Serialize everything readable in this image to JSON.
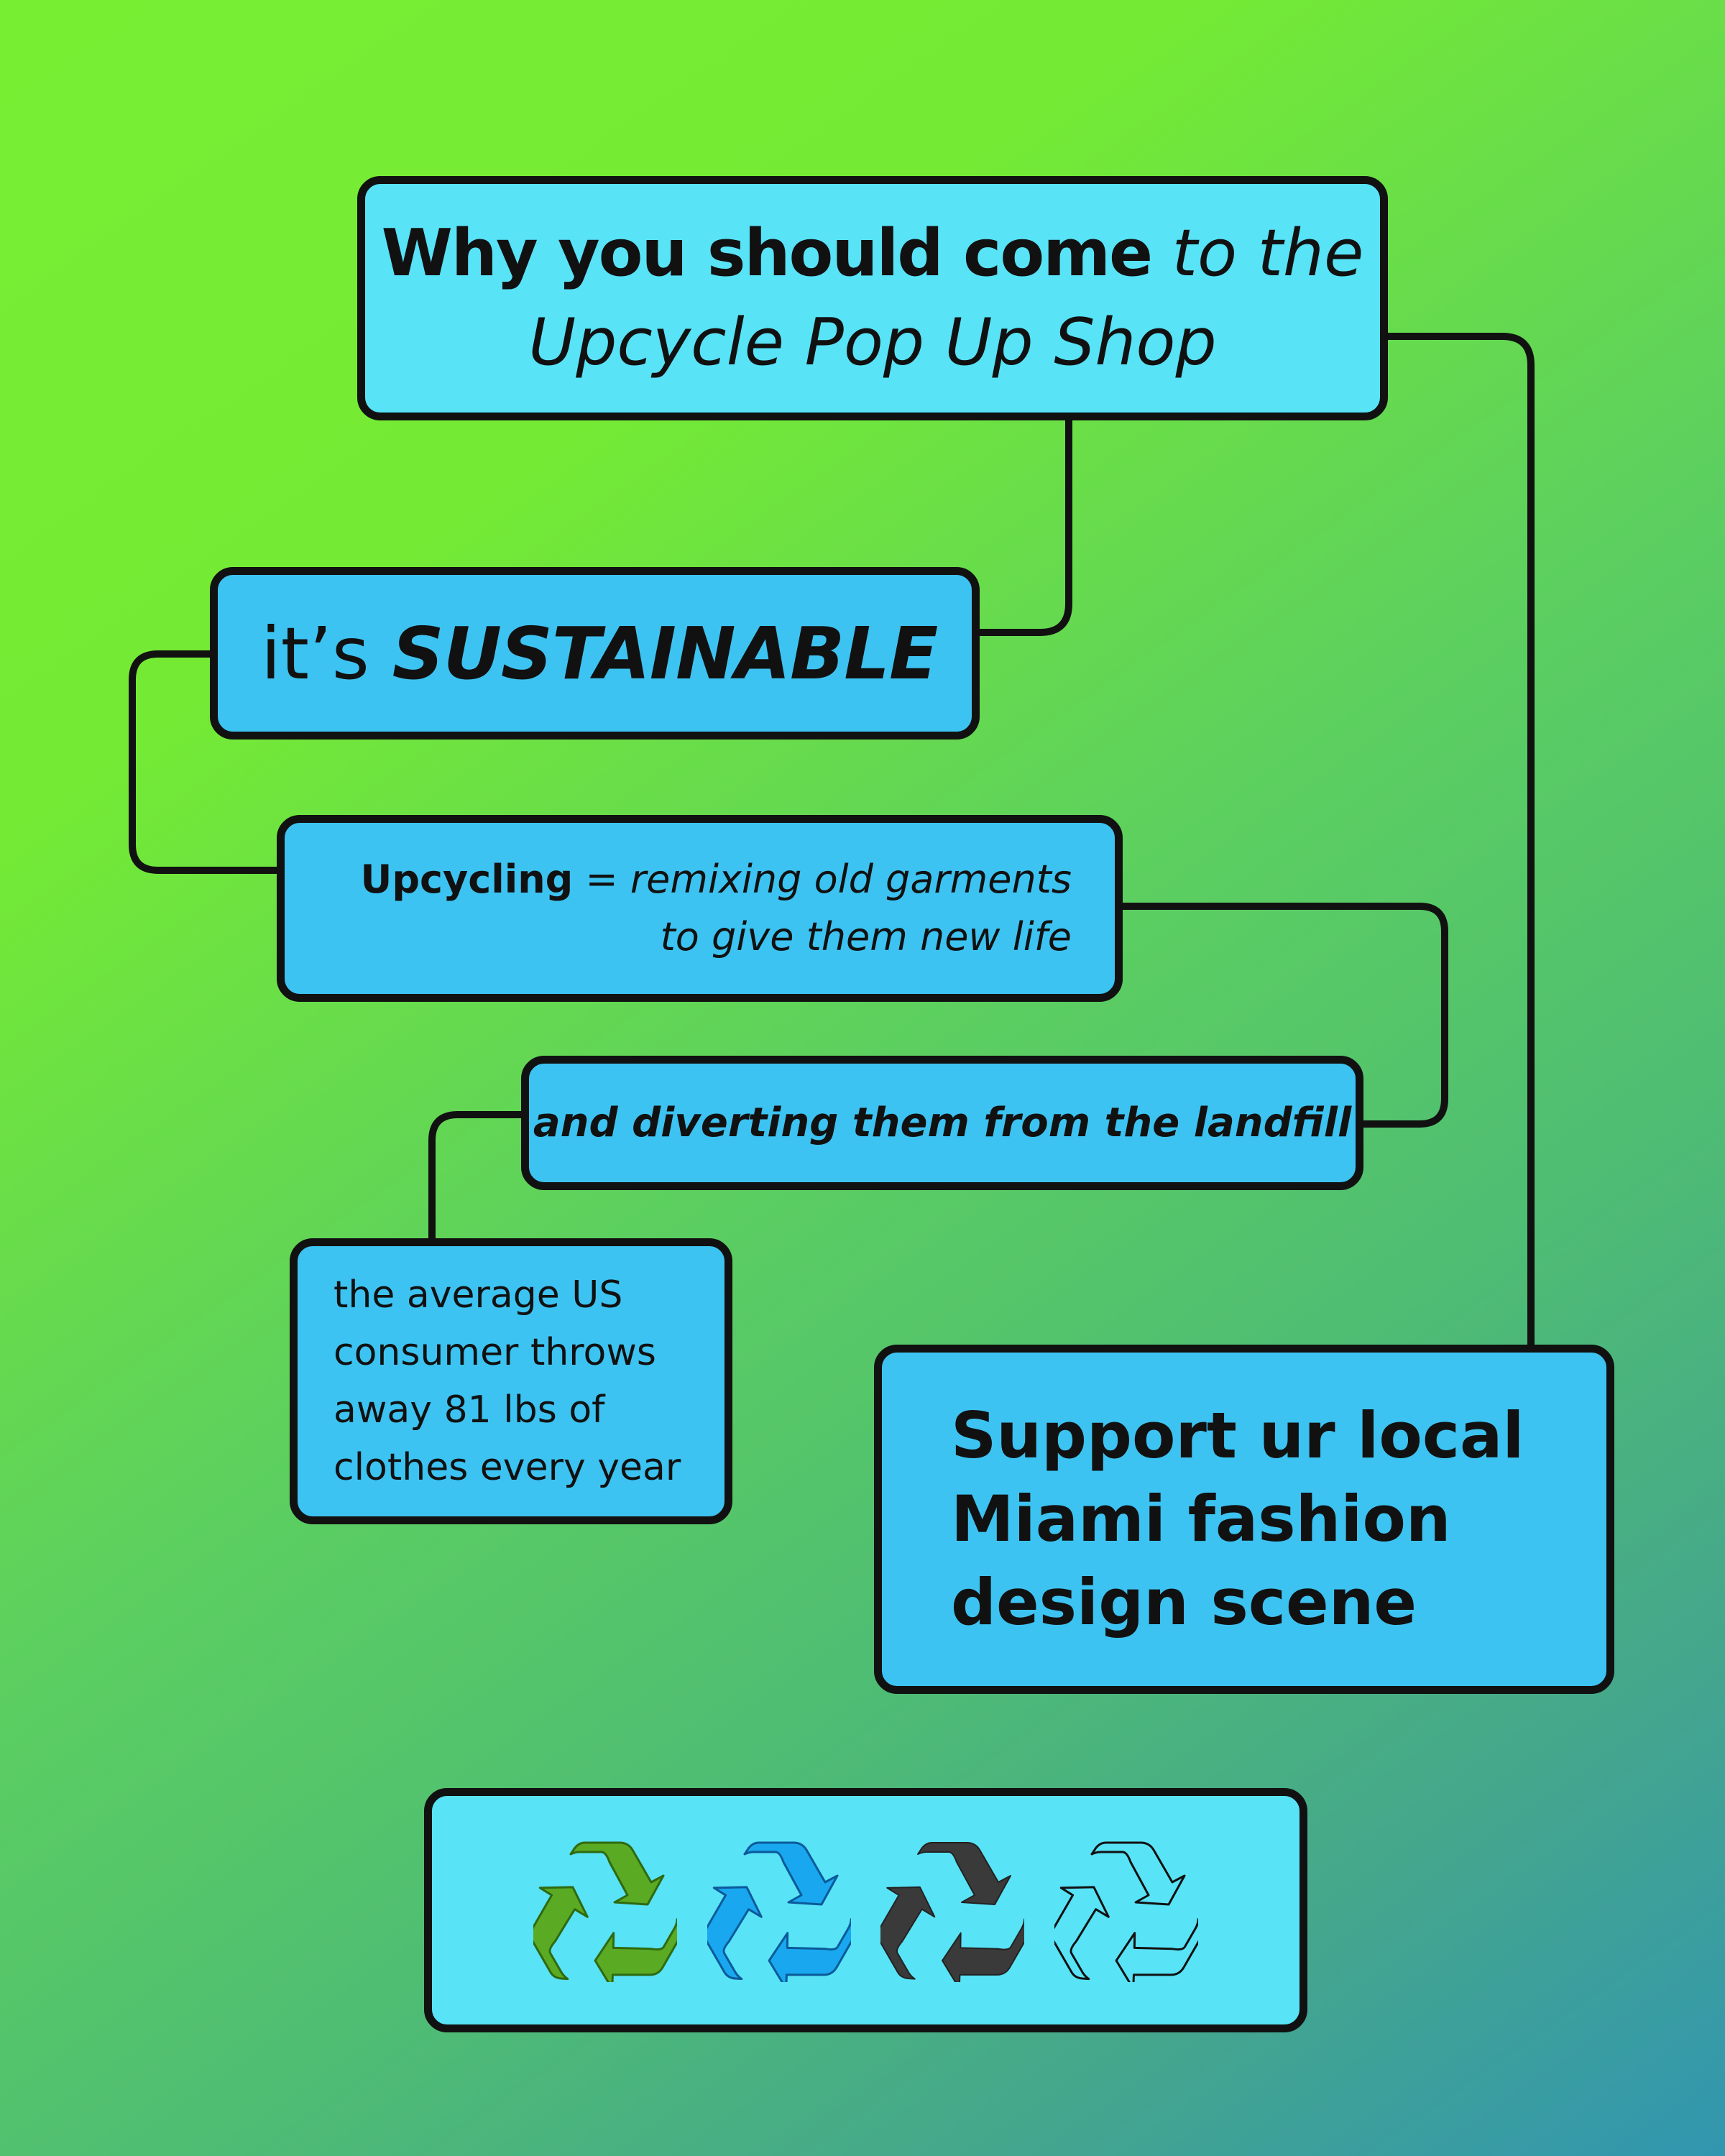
{
  "title": {
    "line1_bold": "Why you should come",
    "line1_italic": " to the",
    "line2_italic": "Upcycle Pop Up Shop"
  },
  "sustainable": {
    "prefix": "it’s ",
    "emphasis": "SUSTAINABLE"
  },
  "upcycling": {
    "term": "Upcycling",
    "definition_line1": " = remixing old garments",
    "definition_line2": "to give them new life"
  },
  "diverting": {
    "text": "and diverting them from the landfill"
  },
  "stat": {
    "lines": [
      "the average US",
      "consumer throws",
      "away 81 lbs of",
      "clothes every year"
    ]
  },
  "support": {
    "lines": [
      "Support ur local",
      "Miami fashion",
      "design scene"
    ]
  },
  "icons": [
    {
      "name": "recycle-icon-green",
      "color": "#5aaa24"
    },
    {
      "name": "recycle-icon-blue",
      "color": "#19a8f0"
    },
    {
      "name": "recycle-icon-dark",
      "color": "#3a3a3a"
    },
    {
      "name": "recycle-icon-outline",
      "color": "#111111"
    }
  ],
  "colors": {
    "box_light": "#58e3f7",
    "box_mid": "#3dc3f1",
    "border": "#111111"
  }
}
